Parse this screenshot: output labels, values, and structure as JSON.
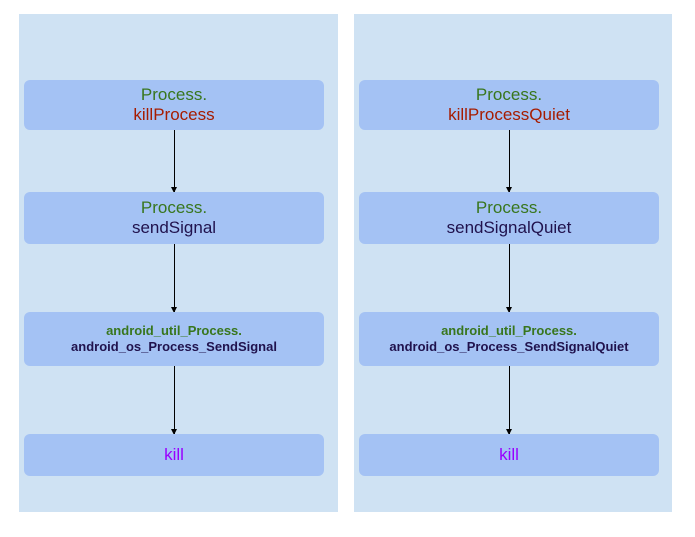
{
  "left": {
    "node1": {
      "line1": "Process.",
      "line2": "killProcess"
    },
    "node2": {
      "line1": "Process.",
      "line2": "sendSignal"
    },
    "node3": {
      "line1": "android_util_Process.",
      "line2": "android_os_Process_SendSignal"
    },
    "node4": {
      "line1": "kill"
    }
  },
  "right": {
    "node1": {
      "line1": "Process.",
      "line2": "killProcessQuiet"
    },
    "node2": {
      "line1": "Process.",
      "line2": "sendSignalQuiet"
    },
    "node3": {
      "line1": "android_util_Process.",
      "line2": "android_os_Process_SendSignalQuiet"
    },
    "node4": {
      "line1": "kill"
    }
  },
  "colors": {
    "panel_bg": "#cfe2f3",
    "node_bg": "#a4c2f4",
    "class_text": "#38761d",
    "entry_method_text": "#a61c00",
    "method_text": "#20124d",
    "syscall_text": "#9900ff"
  }
}
